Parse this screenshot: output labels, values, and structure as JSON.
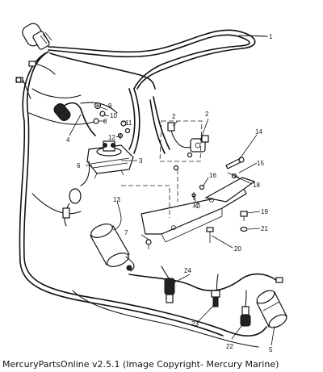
{
  "caption": "MercuryPartsOnline v2.5.1 (Image Copyright- Mercury Marine)",
  "callouts": {
    "c1": "1",
    "c2a": "2",
    "c2b": "2",
    "c3": "3",
    "c4": "4",
    "c5": "5",
    "c6": "6",
    "c7": "7",
    "c8": "8",
    "c9": "9",
    "c10": "10",
    "c11": "11",
    "c12": "12",
    "c13": "13",
    "c14": "14",
    "c15": "15",
    "c16": "16",
    "c17": "17",
    "c18": "18",
    "c19": "19",
    "c20": "20",
    "c21": "21",
    "c22": "22",
    "c23": "23",
    "c24": "24"
  }
}
